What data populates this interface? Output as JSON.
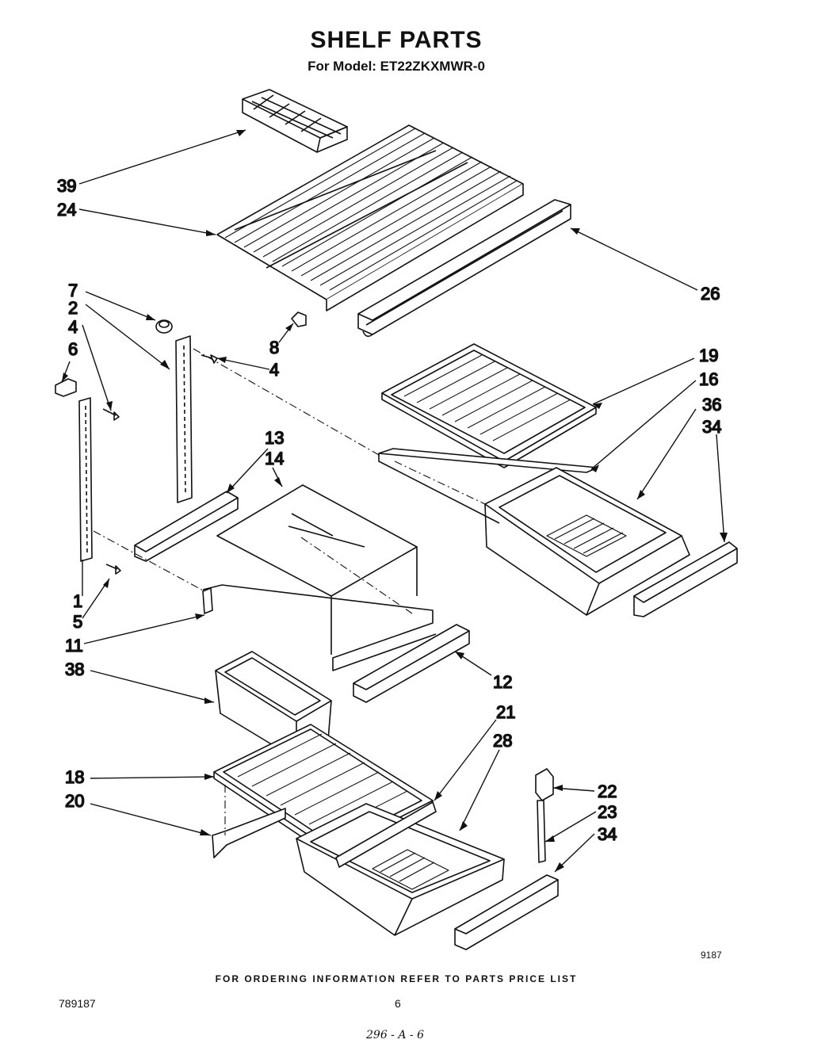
{
  "title": "SHELF PARTS",
  "subtitle": "For Model: ET22ZKXMWR-0",
  "figure_id": "9187",
  "footer_note": "FOR ORDERING INFORMATION REFER TO PARTS PRICE LIST",
  "document_number": "789187",
  "page_number": "6",
  "handwritten_note": "296 - A - 6",
  "callouts": [
    "39",
    "24",
    "26",
    "7",
    "2",
    "4",
    "6",
    "8",
    "4",
    "19",
    "16",
    "36",
    "34",
    "13",
    "14",
    "1",
    "5",
    "11",
    "38",
    "12",
    "21",
    "28",
    "18",
    "20",
    "22",
    "23",
    "34"
  ]
}
